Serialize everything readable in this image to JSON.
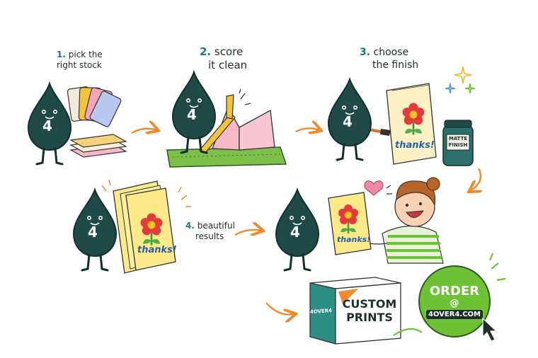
{
  "steps": [
    {
      "number": "1.",
      "text_line1": "pick the",
      "text_line2": "right stock"
    },
    {
      "number": "2.",
      "text_line1": "score",
      "text_line2": "it clean"
    },
    {
      "number": "3.",
      "text_line1": "choose",
      "text_line2": "the finish"
    },
    {
      "number": "4.",
      "text_line1": "beautiful",
      "text_line2": "results"
    }
  ],
  "mascot_label": "4",
  "card_text": "thanks!",
  "jar_label_line1": "MATTE",
  "jar_label_line2": "FINISH",
  "box_front_line1": "CUSTOM",
  "box_front_line2": "PRINTS",
  "box_side_label": "4OVER4",
  "order": {
    "line1": "ORDER",
    "line2": "@",
    "line3": "4OVER4.COM"
  },
  "icons": [
    "arrow-icon",
    "heart-icon",
    "sparkle-icon",
    "cursor-icon",
    "flower-icon"
  ],
  "colors": {
    "mascot": "#1f4a45",
    "arrow": "#f08a2c",
    "order_button": "#6cc234",
    "mat": "#7cc04a",
    "card_pink": "#f6b8c6",
    "card_yellow": "#fbe98a"
  }
}
